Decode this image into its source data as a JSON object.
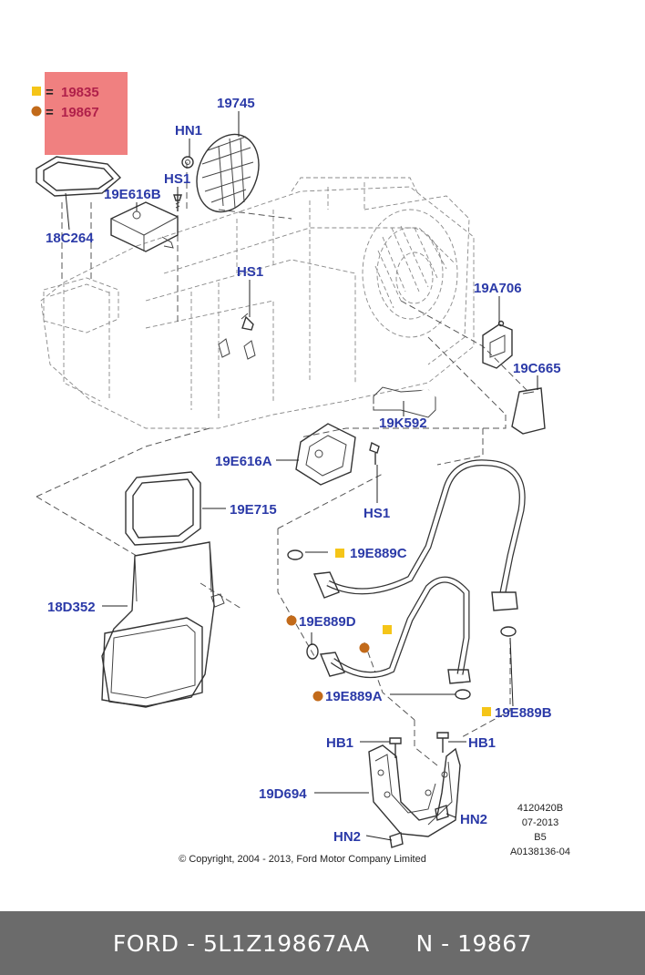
{
  "legend": {
    "items": [
      {
        "marker": "square",
        "color": "#f5c518",
        "eq": "=",
        "part": "19835"
      },
      {
        "marker": "circle",
        "color": "#c26a1a",
        "eq": "=",
        "part": "19867"
      }
    ],
    "highlight_color": "#f08080"
  },
  "callouts": {
    "c19745": "19745",
    "hn1": "HN1",
    "hs1_top": "HS1",
    "c19e616b": "19E616B",
    "c18c264": "18C264",
    "hs1_mid": "HS1",
    "c19a706": "19A706",
    "c19c665": "19C665",
    "c19k592": "19K592",
    "c19e616a": "19E616A",
    "hs1_low": "HS1",
    "c19e715": "19E715",
    "c19e889c": "19E889C",
    "c18d352": "18D352",
    "c19e889d": "19E889D",
    "c19e889a": "19E889A",
    "c19e889b": "19E889B",
    "hb1_left": "HB1",
    "hb1_right": "HB1",
    "c19d694": "19D694",
    "hn2_right": "HN2",
    "hn2_left": "HN2"
  },
  "meta": {
    "line1": "4120420B",
    "line2": "07-2013",
    "line3": "B5",
    "line4": "A0138136-04"
  },
  "copyright": "© Copyright, 2004 - 2013, Ford Motor Company Limited",
  "footer": {
    "left": "FORD - 5L1Z19867AA",
    "right": "N - 19867"
  }
}
